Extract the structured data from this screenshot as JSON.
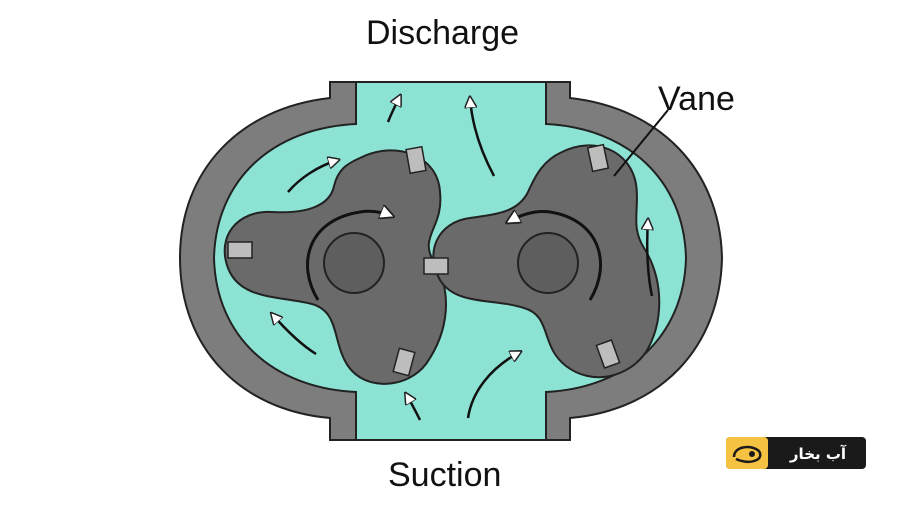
{
  "labels": {
    "top": "Discharge",
    "bottom": "Suction",
    "part": "Vane"
  },
  "logo": {
    "text": "آب بخار",
    "bg_color": "#1a1a1a",
    "accent_color": "#f5c242"
  },
  "colors": {
    "fluid": "#8ce3d4",
    "casing": "#7d7d7d",
    "rotor": "#6a6a6a",
    "hub": "#5e5e5e",
    "vane": "#bdbdbd",
    "stroke": "#222222",
    "arrow_fill": "#ffffff"
  }
}
